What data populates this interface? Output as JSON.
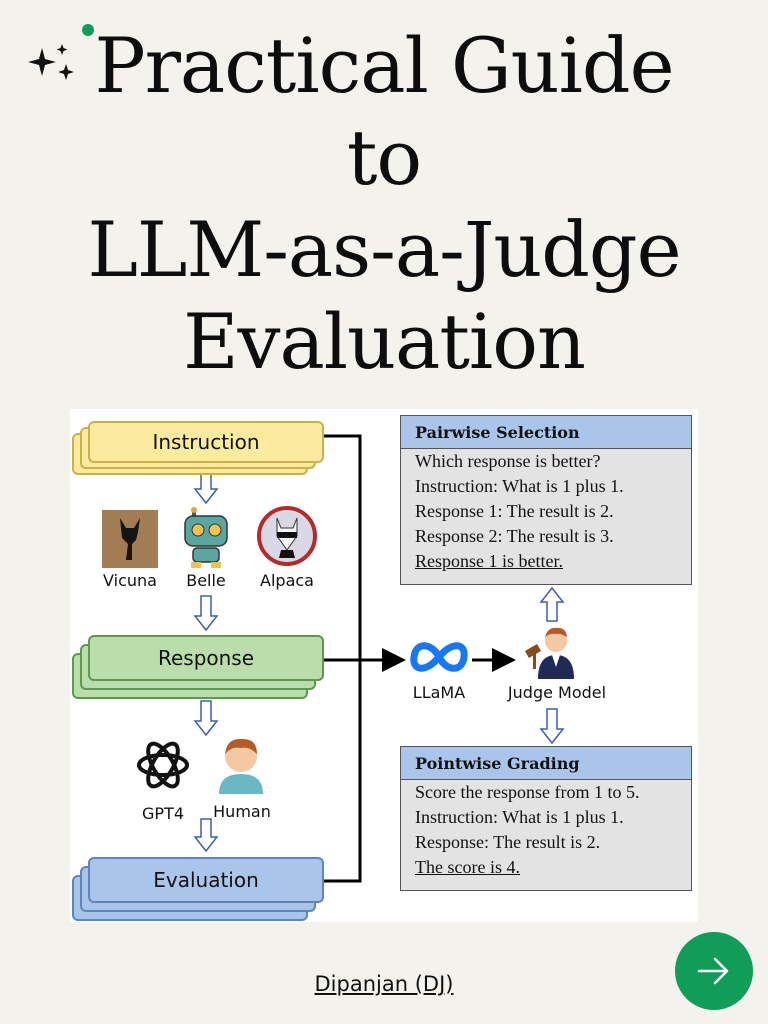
{
  "title": {
    "lines": [
      "Practical Guide",
      "to",
      "LLM-as-a-Judge",
      "Evaluation"
    ]
  },
  "diagram": {
    "flow": {
      "instruction": "Instruction",
      "response": "Response",
      "evaluation": "Evaluation"
    },
    "models": [
      {
        "label": "Vicuna",
        "icon": "vicuna-icon"
      },
      {
        "label": "Belle",
        "icon": "robot-icon"
      },
      {
        "label": "Alpaca",
        "icon": "alpaca-icon"
      }
    ],
    "evaluators": [
      {
        "label": "GPT4",
        "icon": "openai-icon"
      },
      {
        "label": "Human",
        "icon": "person-icon"
      }
    ],
    "llama_label": "LLaMA",
    "judge_label": "Judge Model",
    "pairwise": {
      "header": "Pairwise Selection",
      "lines": [
        "Which response is better?",
        "Instruction: What is 1 plus 1.",
        "Response 1: The result is 2.",
        "Response 2: The result is 3.",
        "Response 1 is better."
      ]
    },
    "pointwise": {
      "header": "Pointwise Grading",
      "lines": [
        "Score the response from 1 to 5.",
        "Instruction: What is 1 plus 1.",
        "Response: The result is 2.",
        "The score is 4."
      ]
    }
  },
  "author": "Dipanjan (DJ)",
  "colors": {
    "background": "#f3f2ec",
    "accent": "#0f9d58",
    "instruction": "#fcea9f",
    "response": "#b9deab",
    "evaluation": "#a9c6ea"
  }
}
